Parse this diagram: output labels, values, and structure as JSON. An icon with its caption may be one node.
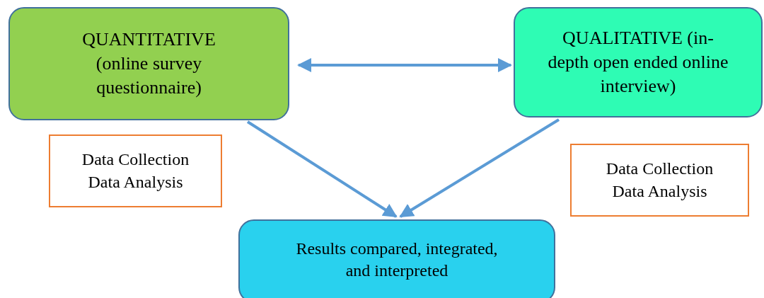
{
  "diagram": {
    "nodes": [
      {
        "text": [
          "QUANTITATIVE (online survey questionnaire)"
        ]
      },
      {
        "text": [
          "QUALITATIVE (in-depth open ended online interview)"
        ]
      },
      {
        "text": [
          "Data Collection Data Analysis"
        ]
      },
      {
        "text": [
          "Data Collection Data Analysis"
        ]
      },
      {
        "text": [
          "Results compared, integrated, and interpreted"
        ]
      }
    ],
    "edges": [
      {
        "from": 0,
        "to": 1,
        "arrow": "both"
      },
      {
        "from": 0,
        "to": 4,
        "arrow": "to"
      },
      {
        "from": 1,
        "to": 4,
        "arrow": "to"
      }
    ]
  }
}
